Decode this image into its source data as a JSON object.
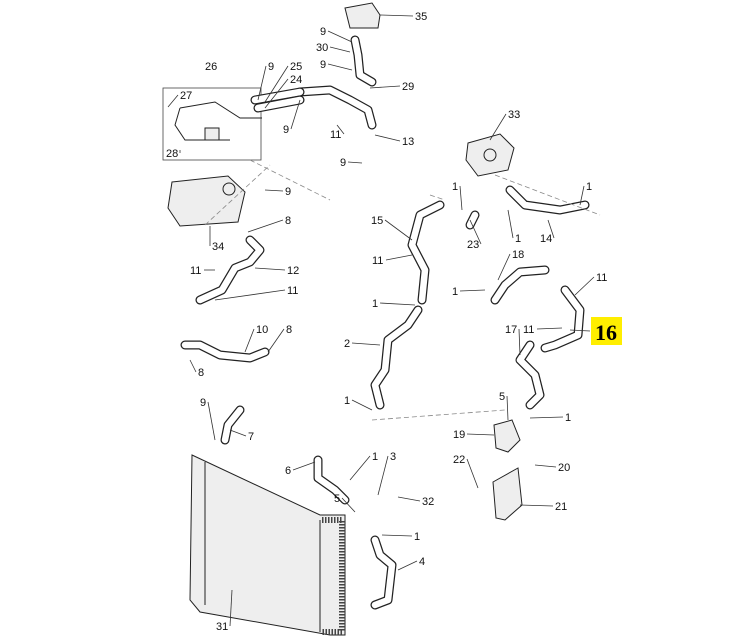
{
  "diagram": {
    "highlight_color": "#ffee00",
    "highlighted_label": "16",
    "labels": [
      "35",
      "9",
      "30",
      "9",
      "26",
      "27",
      "28",
      "9",
      "25",
      "24",
      "9",
      "29",
      "11",
      "13",
      "9",
      "33",
      "9",
      "34",
      "8",
      "11",
      "12",
      "11",
      "10",
      "8",
      "8",
      "15",
      "1",
      "23",
      "1",
      "14",
      "1",
      "11",
      "18",
      "1",
      "11",
      "1",
      "17",
      "11",
      "2",
      "1",
      "5",
      "1",
      "19",
      "22",
      "20",
      "21",
      "9",
      "7",
      "6",
      "1",
      "3",
      "5",
      "32",
      "1",
      "4",
      "31"
    ]
  }
}
